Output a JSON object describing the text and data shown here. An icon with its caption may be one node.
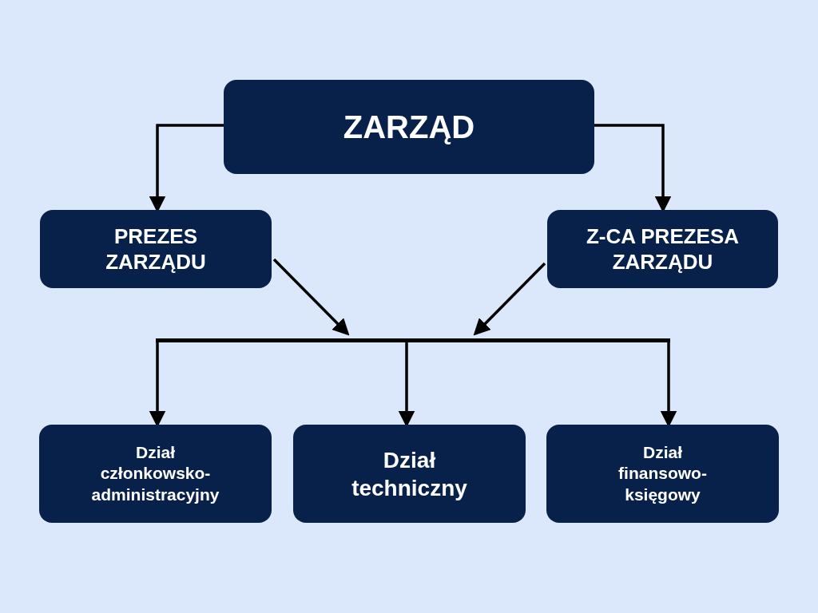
{
  "diagram": {
    "nodes": [
      {
        "text": [
          "ZARZĄD"
        ]
      },
      {
        "text": [
          "PREZES ZARZĄDU"
        ]
      },
      {
        "text": [
          "Z-CA PREZESA ZARZĄDU"
        ]
      },
      {
        "text": [],
        "shape": "bar"
      },
      {
        "text": [
          "Dział członkowsko-administracyjny"
        ]
      },
      {
        "text": [
          "Dział techniczny"
        ]
      },
      {
        "text": [
          "Dział finansowo-księgowy"
        ]
      }
    ],
    "edges": [
      {
        "from": 0,
        "to": 1,
        "arrow": "to"
      },
      {
        "from": 0,
        "to": 2,
        "arrow": "to"
      },
      {
        "from": 1,
        "to": 3,
        "arrow": "to"
      },
      {
        "from": 2,
        "to": 3,
        "arrow": "to"
      },
      {
        "from": 3,
        "to": 4,
        "arrow": "to"
      },
      {
        "from": 3,
        "to": 5,
        "arrow": "to"
      },
      {
        "from": 3,
        "to": 6,
        "arrow": "to"
      }
    ]
  }
}
